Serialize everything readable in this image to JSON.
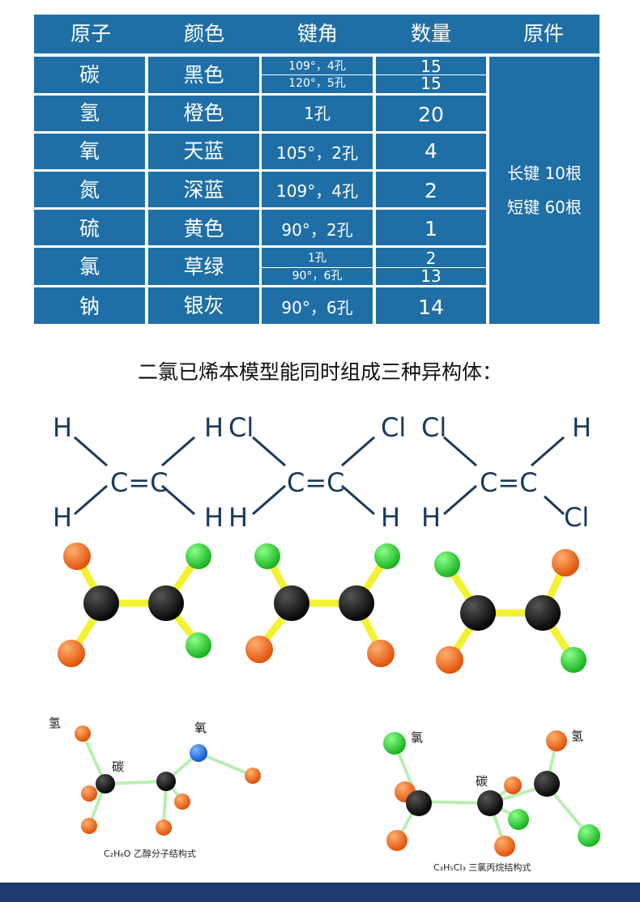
{
  "table": {
    "headers": [
      "原子",
      "颜色",
      "键角",
      "数量",
      "原件"
    ],
    "rows": [
      {
        "atom": "碳",
        "color": "黑色",
        "angles": [
          "109°，4孔",
          "120°，5孔"
        ],
        "counts": [
          "15",
          "15"
        ]
      },
      {
        "atom": "氢",
        "color": "橙色",
        "angles": [
          "1孔"
        ],
        "counts": [
          "20"
        ]
      },
      {
        "atom": "氧",
        "color": "天蓝",
        "angles": [
          "105°，2孔"
        ],
        "counts": [
          "4"
        ]
      },
      {
        "atom": "氮",
        "color": "深蓝",
        "angles": [
          "109°，4孔"
        ],
        "counts": [
          "2"
        ]
      },
      {
        "atom": "硫",
        "color": "黄色",
        "angles": [
          "90°，2孔"
        ],
        "counts": [
          "1"
        ]
      },
      {
        "atom": "氯",
        "color": "草绿",
        "angles": [
          "1孔",
          "90°，6孔"
        ],
        "counts": [
          "2",
          "13"
        ]
      },
      {
        "atom": "钠",
        "color": "银灰",
        "angles": [
          "90°，6孔"
        ],
        "counts": [
          "14"
        ]
      }
    ],
    "parts": [
      "长键 10根",
      "短键 60根"
    ]
  },
  "caption": "二氯已烯本模型能同时组成三种异构体：",
  "isomers": [
    {
      "tl": "H",
      "tr": "H",
      "bl": "H",
      "br": "H",
      "center": "C=C"
    },
    {
      "tl": "Cl",
      "tr": "Cl",
      "bl": "H",
      "br": "H",
      "center": "C=C"
    },
    {
      "tl": "Cl",
      "tr": "H",
      "bl": "H",
      "br": "Cl",
      "center": "C=C"
    }
  ],
  "diagram1": {
    "label_h": "氢",
    "label_c": "碳",
    "label_o": "氧",
    "formula": "C₂H₆O 乙醇分子结构式"
  },
  "diagram2": {
    "label_cl": "氯",
    "label_c": "碳",
    "label_h": "氢",
    "formula": "C₃H₅Cl₃ 三氯丙烷结构式"
  },
  "colors": {
    "table_blue": "#1f6fa6",
    "carbon": "#111111",
    "hydrogen": "#f07a1e",
    "chlorine": "#2ecc40",
    "oxygen": "#1e6fd9",
    "bond": "#e8e83a",
    "bond_green": "#a8e6a0"
  }
}
